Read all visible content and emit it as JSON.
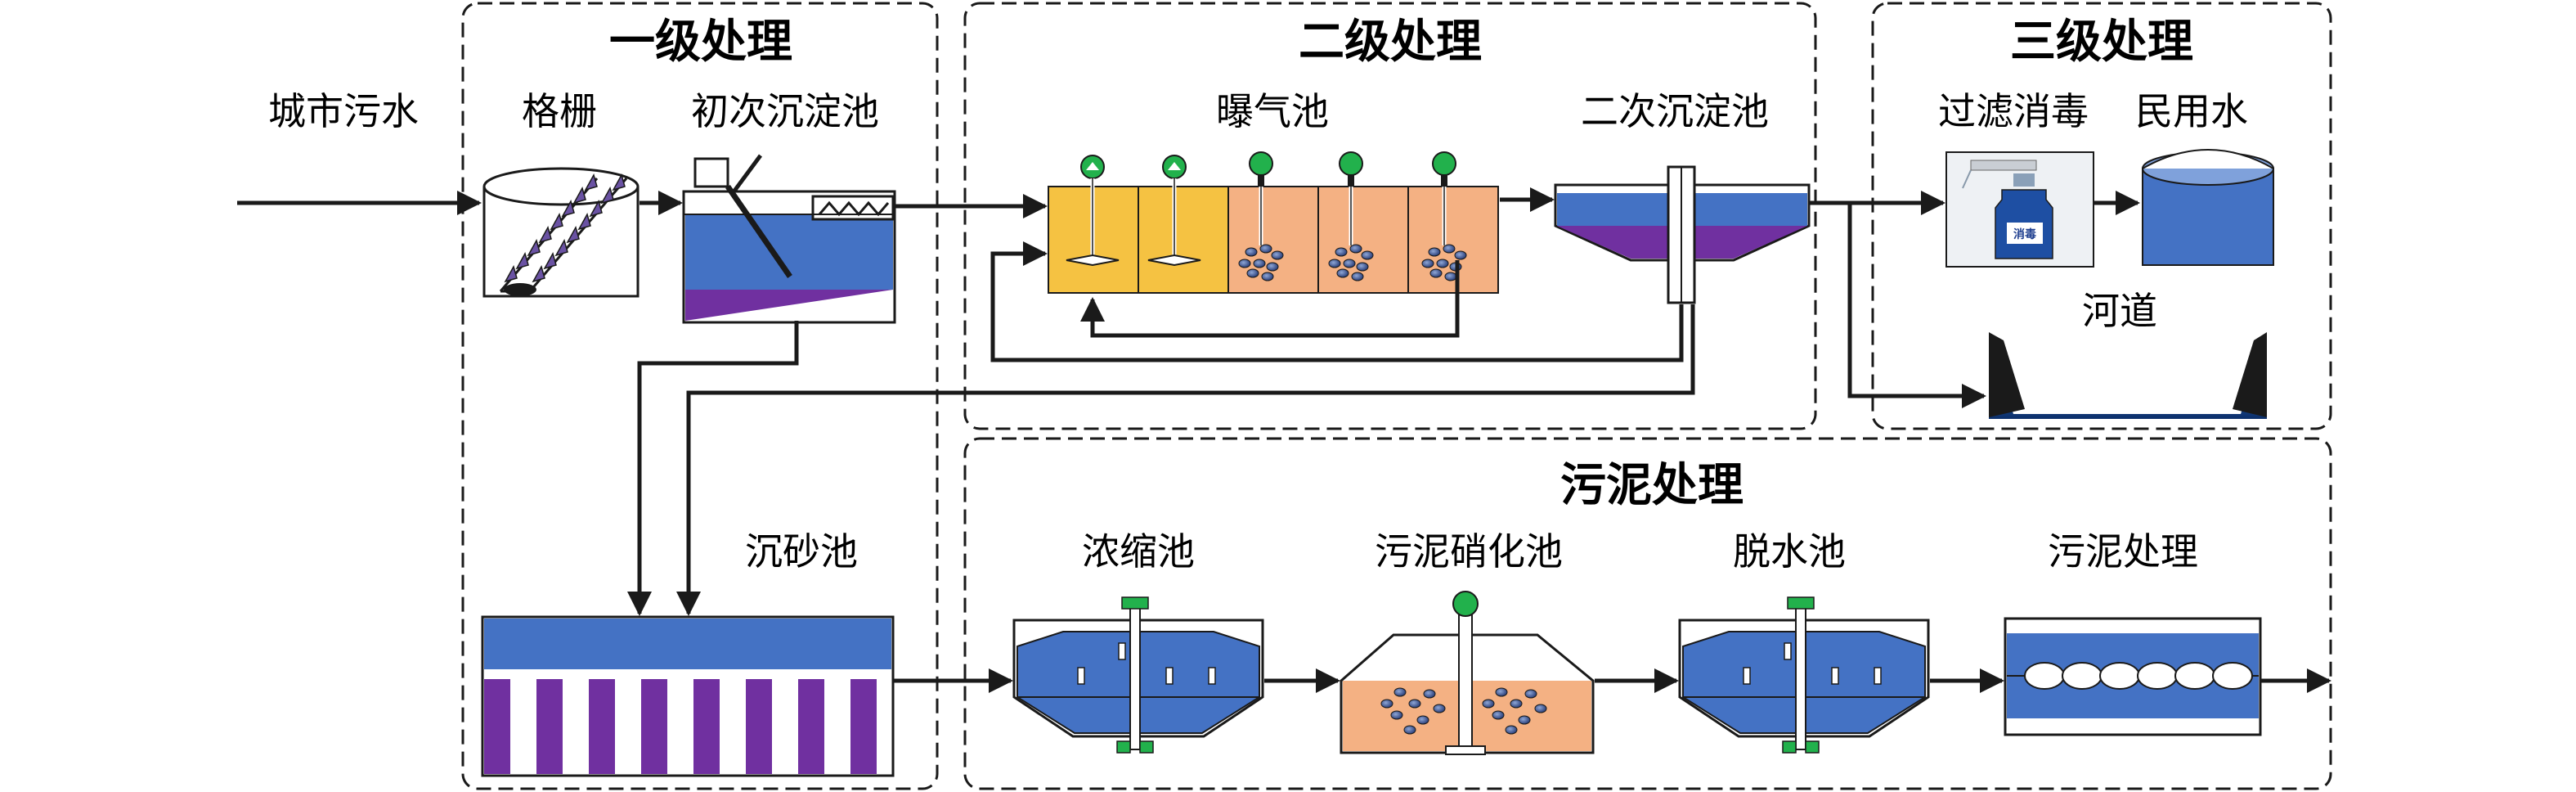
{
  "sections": {
    "primary": "一级处理",
    "secondary": "二级处理",
    "tertiary": "三级处理",
    "sludge": "污泥处理"
  },
  "labels": {
    "city_sewage": "城市污水",
    "grille": "格栅",
    "primary_settling": "初次沉淀池",
    "aeration": "曝气池",
    "secondary_settling": "二次沉淀池",
    "filter_disinfect": "过滤消毒",
    "civil_water": "民用水",
    "river": "河道",
    "grit_chamber": "沉砂池",
    "thickener": "浓缩池",
    "digester": "污泥硝化池",
    "dewater": "脱水池",
    "sludge_disposal": "污泥处理"
  },
  "bottle_text": "消毒",
  "colors": {
    "water_blue": "#4472c4",
    "sludge_purple": "#7030a0",
    "aeration_yellow": "#f5c242",
    "aeration_orange": "#f4b183",
    "diffuser_green": "#22b14c",
    "line": "#1a1a1a"
  }
}
